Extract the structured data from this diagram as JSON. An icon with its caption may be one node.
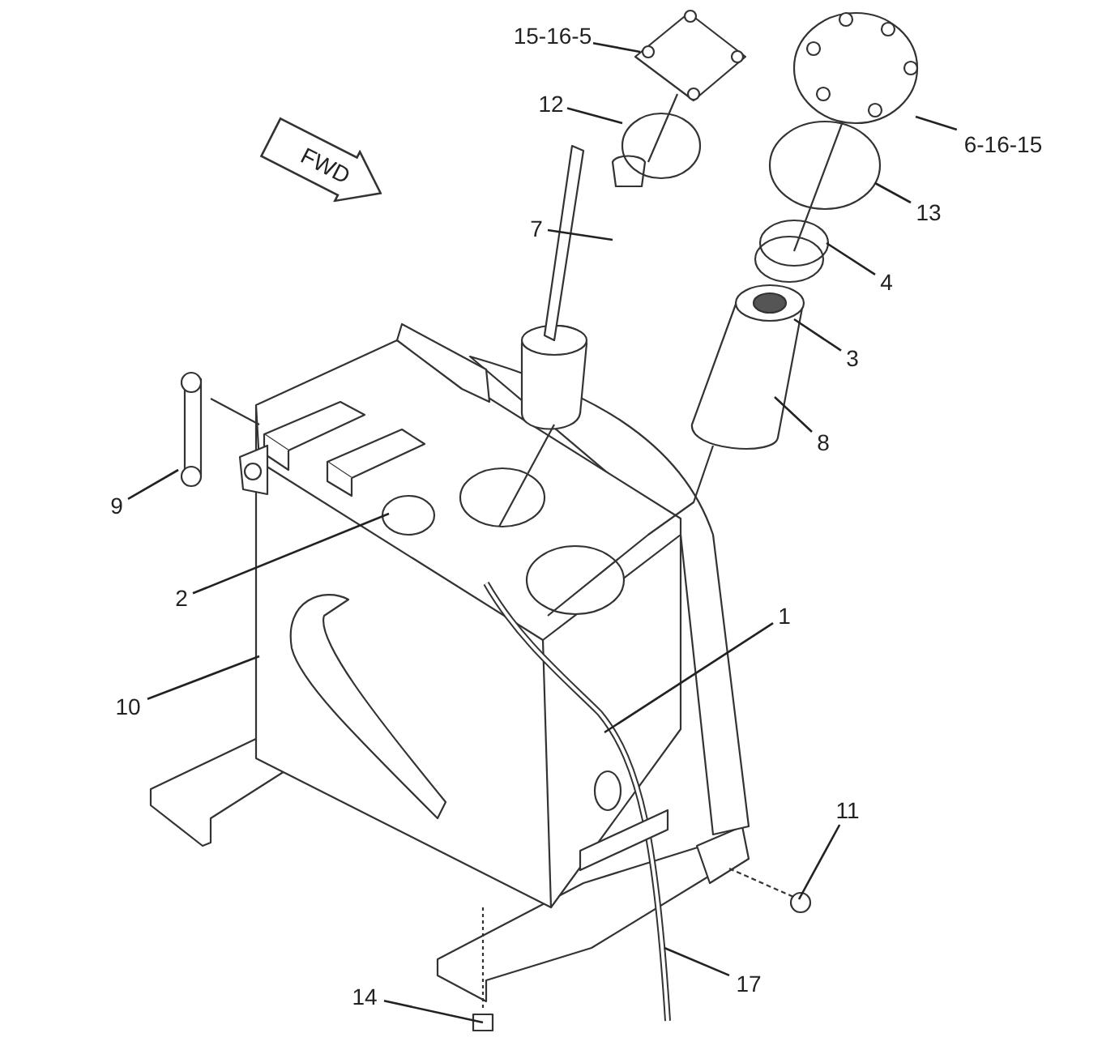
{
  "diagram": {
    "nodes": [
      {
        "text": [
          "15-16-5"
        ]
      },
      {
        "text": [
          "12"
        ]
      },
      {
        "text": [
          "6-16-15"
        ]
      },
      {
        "text": [
          "FWD"
        ]
      },
      {
        "text": [
          "13"
        ]
      },
      {
        "text": [
          "7"
        ]
      },
      {
        "text": [
          "4"
        ]
      },
      {
        "text": [
          "3"
        ]
      },
      {
        "text": [
          "8"
        ]
      },
      {
        "text": [
          "9"
        ]
      },
      {
        "text": [
          "2"
        ]
      },
      {
        "text": [
          "1"
        ]
      },
      {
        "text": [
          "10"
        ]
      },
      {
        "text": [
          "11"
        ]
      },
      {
        "text": [
          "17"
        ]
      },
      {
        "text": [
          "14"
        ]
      }
    ],
    "edges": [
      {
        "from": 0,
        "to": null,
        "arrow": "none"
      },
      {
        "from": 1,
        "to": null,
        "arrow": "none"
      },
      {
        "from": 2,
        "to": null,
        "arrow": "none"
      },
      {
        "from": 4,
        "to": null,
        "arrow": "none"
      },
      {
        "from": 5,
        "to": null,
        "arrow": "none"
      },
      {
        "from": 6,
        "to": null,
        "arrow": "none"
      },
      {
        "from": 7,
        "to": null,
        "arrow": "none"
      },
      {
        "from": 8,
        "to": null,
        "arrow": "none"
      },
      {
        "from": 9,
        "to": null,
        "arrow": "none"
      },
      {
        "from": 10,
        "to": null,
        "arrow": "none"
      },
      {
        "from": 11,
        "to": null,
        "arrow": "none"
      },
      {
        "from": 12,
        "to": null,
        "arrow": "none"
      },
      {
        "from": 13,
        "to": null,
        "arrow": "none"
      },
      {
        "from": 14,
        "to": null,
        "arrow": "none"
      },
      {
        "from": 15,
        "to": null,
        "arrow": "none"
      }
    ]
  }
}
